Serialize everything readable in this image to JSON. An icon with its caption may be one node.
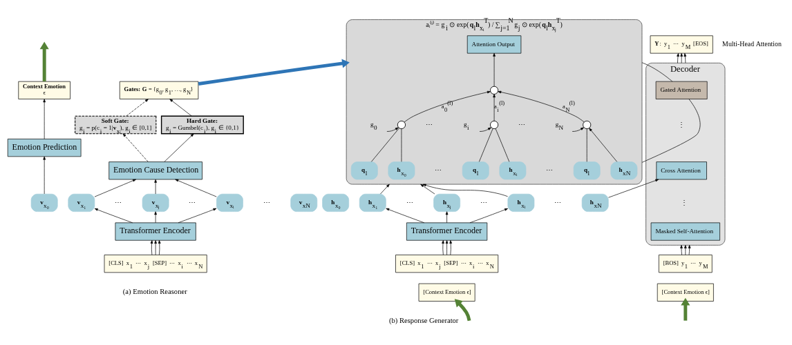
{
  "diagram": {
    "nodes": [
      {
        "text": [
          "Context Emotion",
          "ϵ"
        ]
      },
      {
        "text": [
          "Emotion Prediction"
        ]
      },
      {
        "text": [
          "**Gates:** **G** = {g$_{0}$, g$_{1}$, …, g$_{N}$}"
        ]
      },
      {
        "text": [
          "Soft Gate:",
          "g$_{i}$ = p(c$_{i}$ = 1|**v**$_{xᵢ}$), g$_{i}$ ∈ [0,1]"
        ]
      },
      {
        "text": [
          "Hard Gate:",
          "g$_{i}$ = Gumbel(c$_{i}$), g$_{i}$ ∈ {0,1}"
        ]
      },
      {
        "text": [
          "Emotion Cause Detection"
        ]
      },
      {
        "text": [
          "**v**$_{x₀}$"
        ]
      },
      {
        "text": [
          "**v**$_{x₁}$"
        ]
      },
      {
        "text": [
          "**v**$_{xⱼ}$"
        ]
      },
      {
        "text": [
          "**v**$_{xᵢ}$"
        ]
      },
      {
        "text": [
          "**v**$_{xN}$"
        ]
      },
      {
        "text": [
          "Transformer Encoder"
        ]
      },
      {
        "text": [
          "[CLS]  x$_{1}$  ⋯  x$_{j}$  [SEP]  ⋯  x$_{i}$  ⋯  x$_{N}$"
        ]
      },
      {
        "text": [
          "aᵢ⁽ˡ⁾ = g$_{i}$ ⊙ exp(**q**$_{l}$**h**$_{xᵢ}$$^{T}$) / ∑$_{j=1}$$^{N}$ g$_{j}$ ⊙ exp(**q**$_{l}$**h**$_{xⱼ}$$^{T}$)"
        ]
      },
      {
        "text": [
          "Attention Output"
        ],
        "in": 13
      },
      {
        "text": [],
        "shape": "circle",
        "in": 13
      },
      {
        "text": [],
        "shape": "circle",
        "in": 13
      },
      {
        "text": [],
        "shape": "circle",
        "in": 13
      },
      {
        "text": [],
        "shape": "circle",
        "in": 13
      },
      {
        "text": [
          "**q**$_{l}$"
        ],
        "in": 13
      },
      {
        "text": [
          "**h**$_{x₀}$"
        ],
        "in": 13
      },
      {
        "text": [
          "**q**$_{l}$"
        ],
        "in": 13
      },
      {
        "text": [
          "**h**$_{xᵢ}$"
        ],
        "in": 13
      },
      {
        "text": [
          "**q**$_{l}$"
        ],
        "in": 13
      },
      {
        "text": [
          "**h**$_{xN}$"
        ],
        "in": 13
      },
      {
        "text": [
          "g$_{0}$"
        ],
        "in": 13
      },
      {
        "text": [
          "g$_{i}$"
        ],
        "in": 13
      },
      {
        "text": [
          "g$_{N}$"
        ],
        "in": 13
      },
      {
        "text": [
          "**h**$_{x₀}$"
        ]
      },
      {
        "text": [
          "**h**$_{x₁}$"
        ]
      },
      {
        "text": [
          "**h**$_{xⱼ}$"
        ]
      },
      {
        "text": [
          "**h**$_{xᵢ}$"
        ]
      },
      {
        "text": [
          "**h**$_{xN}$"
        ]
      },
      {
        "text": [
          "Transformer Encoder"
        ]
      },
      {
        "text": [
          "[CLS]  x$_{1}$  ⋯  x$_{j}$  [SEP]  ⋯  x$_{i}$  ⋯  x$_{N}$"
        ]
      },
      {
        "text": [
          "[Context Emotion ϵ]"
        ]
      },
      {
        "text": [
          "**Y**:  y$_{1}$  ⋯  y$_{M}$  [EOS]"
        ]
      },
      {
        "text": [
          "Decoder"
        ]
      },
      {
        "text": [
          "Gated Attention"
        ],
        "in": 37
      },
      {
        "text": [
          "Cross Attention"
        ],
        "in": 37
      },
      {
        "text": [
          "Masked Self-Attention"
        ],
        "in": 37
      },
      {
        "text": [
          "[BOS]  y$_{1}$  ⋯  y$_{M}$"
        ]
      },
      {
        "text": [
          "[Context Emotion ϵ]"
        ]
      }
    ],
    "edges": [
      {
        "from": 0,
        "to": null,
        "arrow": "to",
        "style": "thick",
        "color": "#548235"
      },
      {
        "from": 1,
        "to": 0,
        "arrow": "to"
      },
      {
        "from": 6,
        "to": 1,
        "arrow": "to"
      },
      {
        "from": 3,
        "to": 2,
        "arrow": "to",
        "style": "dashed"
      },
      {
        "from": 4,
        "to": 2,
        "arrow": "to"
      },
      {
        "from": 5,
        "to": 3,
        "arrow": "to",
        "style": "dashed"
      },
      {
        "from": 5,
        "to": 4,
        "arrow": "to"
      },
      {
        "from": 7,
        "to": 5,
        "arrow": "to"
      },
      {
        "from": 8,
        "to": 5,
        "arrow": "to"
      },
      {
        "from": 9,
        "to": 5,
        "arrow": "to"
      },
      {
        "from": 11,
        "to": 7,
        "arrow": "to"
      },
      {
        "from": 11,
        "to": 8,
        "arrow": "to"
      },
      {
        "from": 11,
        "to": 9,
        "arrow": "to"
      },
      {
        "from": 12,
        "to": 11,
        "arrow": "to"
      },
      {
        "from": 12,
        "to": 11,
        "arrow": "to"
      },
      {
        "from": 12,
        "to": 11,
        "arrow": "to"
      },
      {
        "from": 2,
        "to": 13,
        "arrow": "to",
        "style": "thick",
        "color": "#2e75b6"
      },
      {
        "from": 15,
        "to": 14,
        "arrow": "to"
      },
      {
        "from": 16,
        "to": 15,
        "arrow": "to",
        "label": "a$_{0}$$^{(l)}$"
      },
      {
        "from": 17,
        "to": 15,
        "arrow": "to",
        "label": "a$_{i}$$^{(l)}$"
      },
      {
        "from": 18,
        "to": 15,
        "arrow": "to",
        "label": "a$_{N}$$^{(l)}$"
      },
      {
        "from": 25,
        "to": 16,
        "arrow": "to"
      },
      {
        "from": 26,
        "to": 17,
        "arrow": "to"
      },
      {
        "from": 27,
        "to": 18,
        "arrow": "to"
      },
      {
        "from": 19,
        "to": 16,
        "arrow": "none"
      },
      {
        "from": 20,
        "to": 16,
        "arrow": "none"
      },
      {
        "from": 21,
        "to": 17,
        "arrow": "none"
      },
      {
        "from": 22,
        "to": 17,
        "arrow": "none"
      },
      {
        "from": 23,
        "to": 18,
        "arrow": "none"
      },
      {
        "from": 24,
        "to": 18,
        "arrow": "to"
      },
      {
        "from": 29,
        "to": 13,
        "arrow": "to"
      },
      {
        "from": 30,
        "to": 13,
        "arrow": "to"
      },
      {
        "from": 31,
        "to": 13,
        "arrow": "to"
      },
      {
        "from": 33,
        "to": 29,
        "arrow": "to"
      },
      {
        "from": 33,
        "to": 30,
        "arrow": "to"
      },
      {
        "from": 33,
        "to": 31,
        "arrow": "to"
      },
      {
        "from": 34,
        "to": 33,
        "arrow": "to"
      },
      {
        "from": 34,
        "to": 33,
        "arrow": "to"
      },
      {
        "from": 34,
        "to": 33,
        "arrow": "to"
      },
      {
        "from": null,
        "to": 35,
        "arrow": "to",
        "style": "thick",
        "color": "#548235"
      },
      {
        "from": 32,
        "to": 39,
        "arrow": "to"
      },
      {
        "from": 13,
        "to": 38,
        "arrow": "none"
      },
      {
        "from": 13,
        "to": 38,
        "arrow": "none"
      },
      {
        "from": 37,
        "to": 36,
        "arrow": "to"
      },
      {
        "from": 37,
        "to": 36,
        "arrow": "to"
      },
      {
        "from": 37,
        "to": 36,
        "arrow": "to"
      },
      {
        "from": 41,
        "to": 37,
        "arrow": "to"
      },
      {
        "from": 41,
        "to": 37,
        "arrow": "to"
      },
      {
        "from": 41,
        "to": 37,
        "arrow": "to"
      },
      {
        "from": null,
        "to": 42,
        "arrow": "to",
        "style": "thick",
        "color": "#548235"
      }
    ],
    "labels": [
      "⋯",
      "⋯",
      "⋯",
      "⋯",
      "⋮",
      "⋮",
      "⋯",
      "⋯",
      "⋯",
      "⋯",
      "⋯",
      "⋯",
      "(a) Emotion Reasoner",
      "(b) Response Generator",
      "Multi-Head Attention"
    ]
  }
}
